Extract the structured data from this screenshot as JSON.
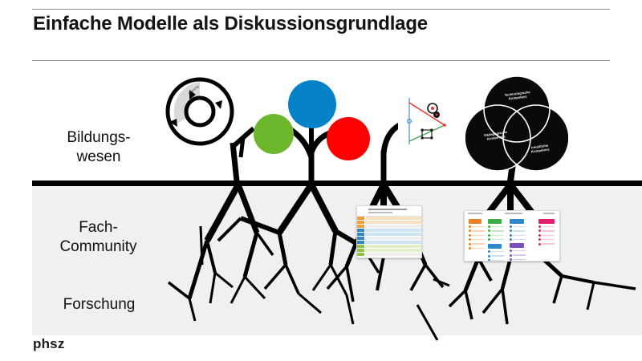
{
  "slide": {
    "title": "Einfache Modelle als Diskussionsgrundlage",
    "logo": "phsz",
    "background_color": "#ffffff",
    "below_ground_color": "#f0f0f0",
    "ground_line_color": "#000000",
    "rule_color": "#8c8c8c"
  },
  "zones": [
    {
      "id": "bildungswesen",
      "label": "Bildungs-\nwesen",
      "region": "above-ground"
    },
    {
      "id": "fach-community",
      "label": "Fach-\nCommunity",
      "region": "below-ground"
    },
    {
      "id": "forschung",
      "label": "Forschung",
      "region": "below-ground"
    }
  ],
  "figures": [
    {
      "id": "figure-cycle",
      "head_type": "cycle-diagram",
      "head_label": "Zyklisches Prozessmodell",
      "colors": {
        "ring": "#000000",
        "segment": "#d9d9d9"
      }
    },
    {
      "id": "figure-three-circles",
      "head_type": "three-coloured-circles",
      "circles": [
        {
          "name": "blue-circle",
          "color": "#0682c8"
        },
        {
          "name": "green-circle",
          "color": "#6db72d"
        },
        {
          "name": "red-circle",
          "color": "#ff0000"
        }
      ]
    },
    {
      "id": "figure-geometry",
      "head_type": "geometry-sketch",
      "colors": {
        "red": "#e8342a",
        "green": "#3fae49",
        "blue": "#4a90d9"
      },
      "document": {
        "name": "table-sheet",
        "row_tag_colors": [
          "#f0a030",
          "#f0a030",
          "#2f86c8",
          "#2f86c8",
          "#2f86c8",
          "#8cc63f",
          "#8cc63f",
          "#8cc63f"
        ],
        "row_bar_colors": [
          "#f6e2c0",
          "#f6e2c0",
          "#cfe4f3",
          "#cfe4f3",
          "#cfe4f3",
          "#e2f0c8",
          "#e2f0c8",
          "#e2f0c8"
        ]
      }
    },
    {
      "id": "figure-tpack",
      "head_type": "venn-three-circles",
      "venn": [
        {
          "id": "tech",
          "label": "Technologische\nKompetenz"
        },
        {
          "id": "paed",
          "label": "Pädagogische\nKompetenz"
        },
        {
          "id": "inhalt",
          "label": "Inhaltliche\nKompetenz"
        }
      ],
      "colors": {
        "fill": "#0a0a0a",
        "outline": "#ffffff",
        "text": "#ffffff"
      },
      "document": {
        "name": "roadmap-chart",
        "column_colors": [
          "#f07f23",
          "#3fae49",
          "#2f86c8",
          "#2f86c8",
          "#7a4fbd",
          "#e0206a"
        ]
      }
    }
  ]
}
